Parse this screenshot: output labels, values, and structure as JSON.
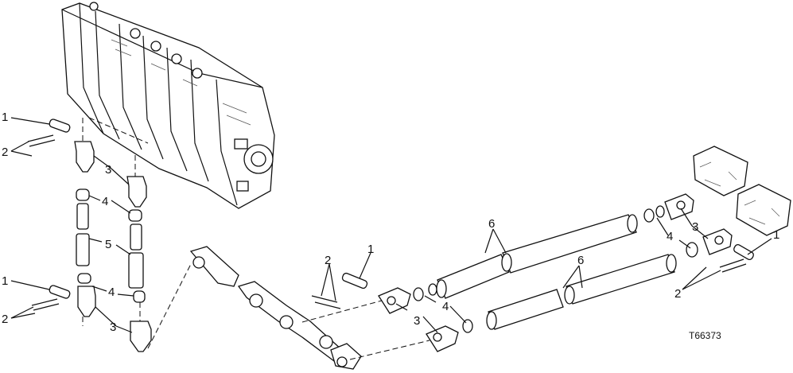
{
  "figure_id": "T66373",
  "callouts": {
    "c1a": "1",
    "c2a": "2",
    "c3a": "3",
    "c4a": "4",
    "c5a": "5",
    "c1b": "1",
    "c2b": "2",
    "c4b": "4",
    "c3b": "3",
    "c2c": "2",
    "c1c": "1",
    "c6a": "6",
    "c6b": "6",
    "c3c": "3",
    "c4c": "4",
    "c3d": "3",
    "c4d": "4",
    "c1d": "1",
    "c2d": "2"
  }
}
